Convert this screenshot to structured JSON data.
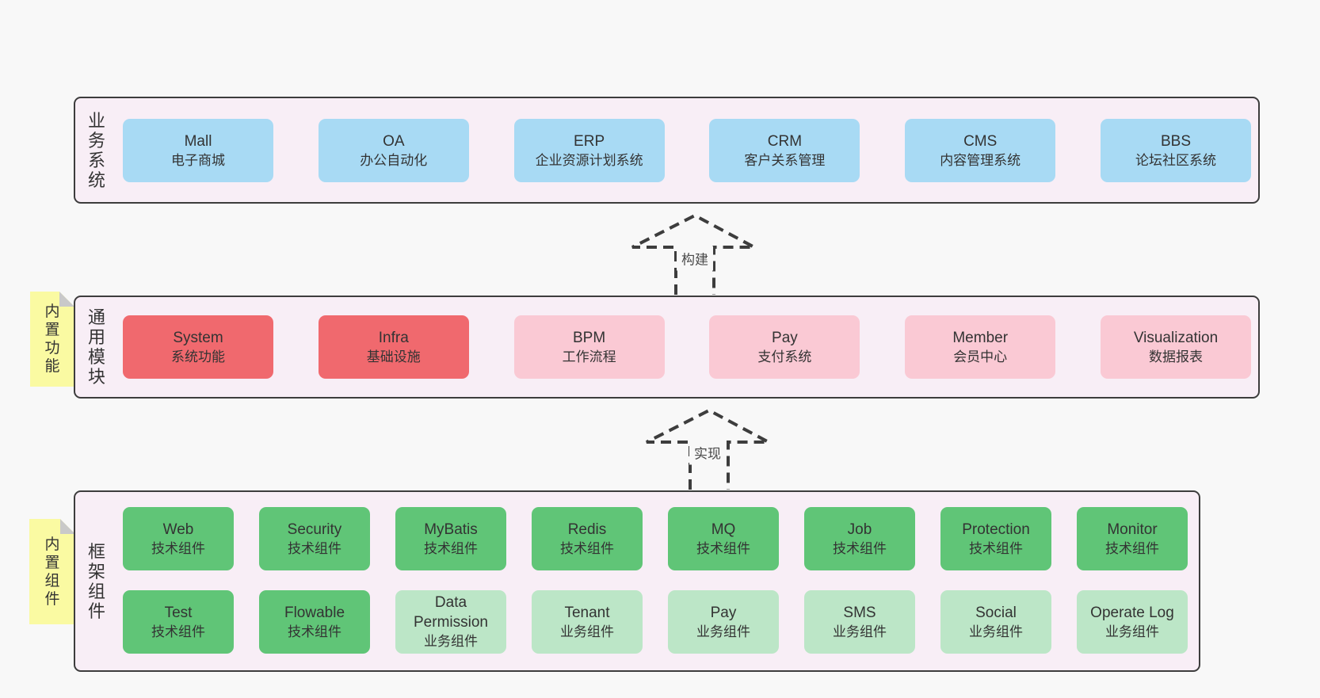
{
  "colors": {
    "page_bg": "#f8f8f8",
    "panel_bg": "#f8eef6",
    "panel_border": "#3d3d3d",
    "box_blue": "#a8daf4",
    "box_red": "#f0696e",
    "box_pink": "#fac9d4",
    "box_green": "#60c577",
    "box_green_light": "#bce6c7",
    "sticky_yellow": "#fafaa2",
    "sticky_fold": "#c9c9c9",
    "text": "#333333"
  },
  "arrows": [
    {
      "label": "构建"
    },
    {
      "label": "实现"
    }
  ],
  "layers": [
    {
      "label": "业务系统",
      "boxes": [
        {
          "en": "Mall",
          "zh": "电子商城"
        },
        {
          "en": "OA",
          "zh": "办公自动化"
        },
        {
          "en": "ERP",
          "zh": "企业资源计划系统"
        },
        {
          "en": "CRM",
          "zh": "客户关系管理"
        },
        {
          "en": "CMS",
          "zh": "内容管理系统"
        },
        {
          "en": "BBS",
          "zh": "论坛社区系统"
        }
      ]
    },
    {
      "label": "通用模块",
      "sticky": "内置功能",
      "boxes": [
        {
          "en": "System",
          "zh": "系统功能"
        },
        {
          "en": "Infra",
          "zh": "基础设施"
        },
        {
          "en": "BPM",
          "zh": "工作流程"
        },
        {
          "en": "Pay",
          "zh": "支付系统"
        },
        {
          "en": "Member",
          "zh": "会员中心"
        },
        {
          "en": "Visualization",
          "zh": "数据报表"
        }
      ]
    },
    {
      "label": "框架组件",
      "sticky": "内置组件",
      "rows": [
        [
          {
            "en": "Web",
            "zh": "技术组件"
          },
          {
            "en": "Security",
            "zh": "技术组件"
          },
          {
            "en": "MyBatis",
            "zh": "技术组件"
          },
          {
            "en": "Redis",
            "zh": "技术组件"
          },
          {
            "en": "MQ",
            "zh": "技术组件"
          },
          {
            "en": "Job",
            "zh": "技术组件"
          },
          {
            "en": "Protection",
            "zh": "技术组件"
          },
          {
            "en": "Monitor",
            "zh": "技术组件"
          }
        ],
        [
          {
            "en": "Test",
            "zh": "技术组件"
          },
          {
            "en": "Flowable",
            "zh": "技术组件"
          },
          {
            "en": "Data Permission",
            "zh": "业务组件"
          },
          {
            "en": "Tenant",
            "zh": "业务组件"
          },
          {
            "en": "Pay",
            "zh": "业务组件"
          },
          {
            "en": "SMS",
            "zh": "业务组件"
          },
          {
            "en": "Social",
            "zh": "业务组件"
          },
          {
            "en": "Operate Log",
            "zh": "业务组件"
          }
        ]
      ]
    }
  ]
}
